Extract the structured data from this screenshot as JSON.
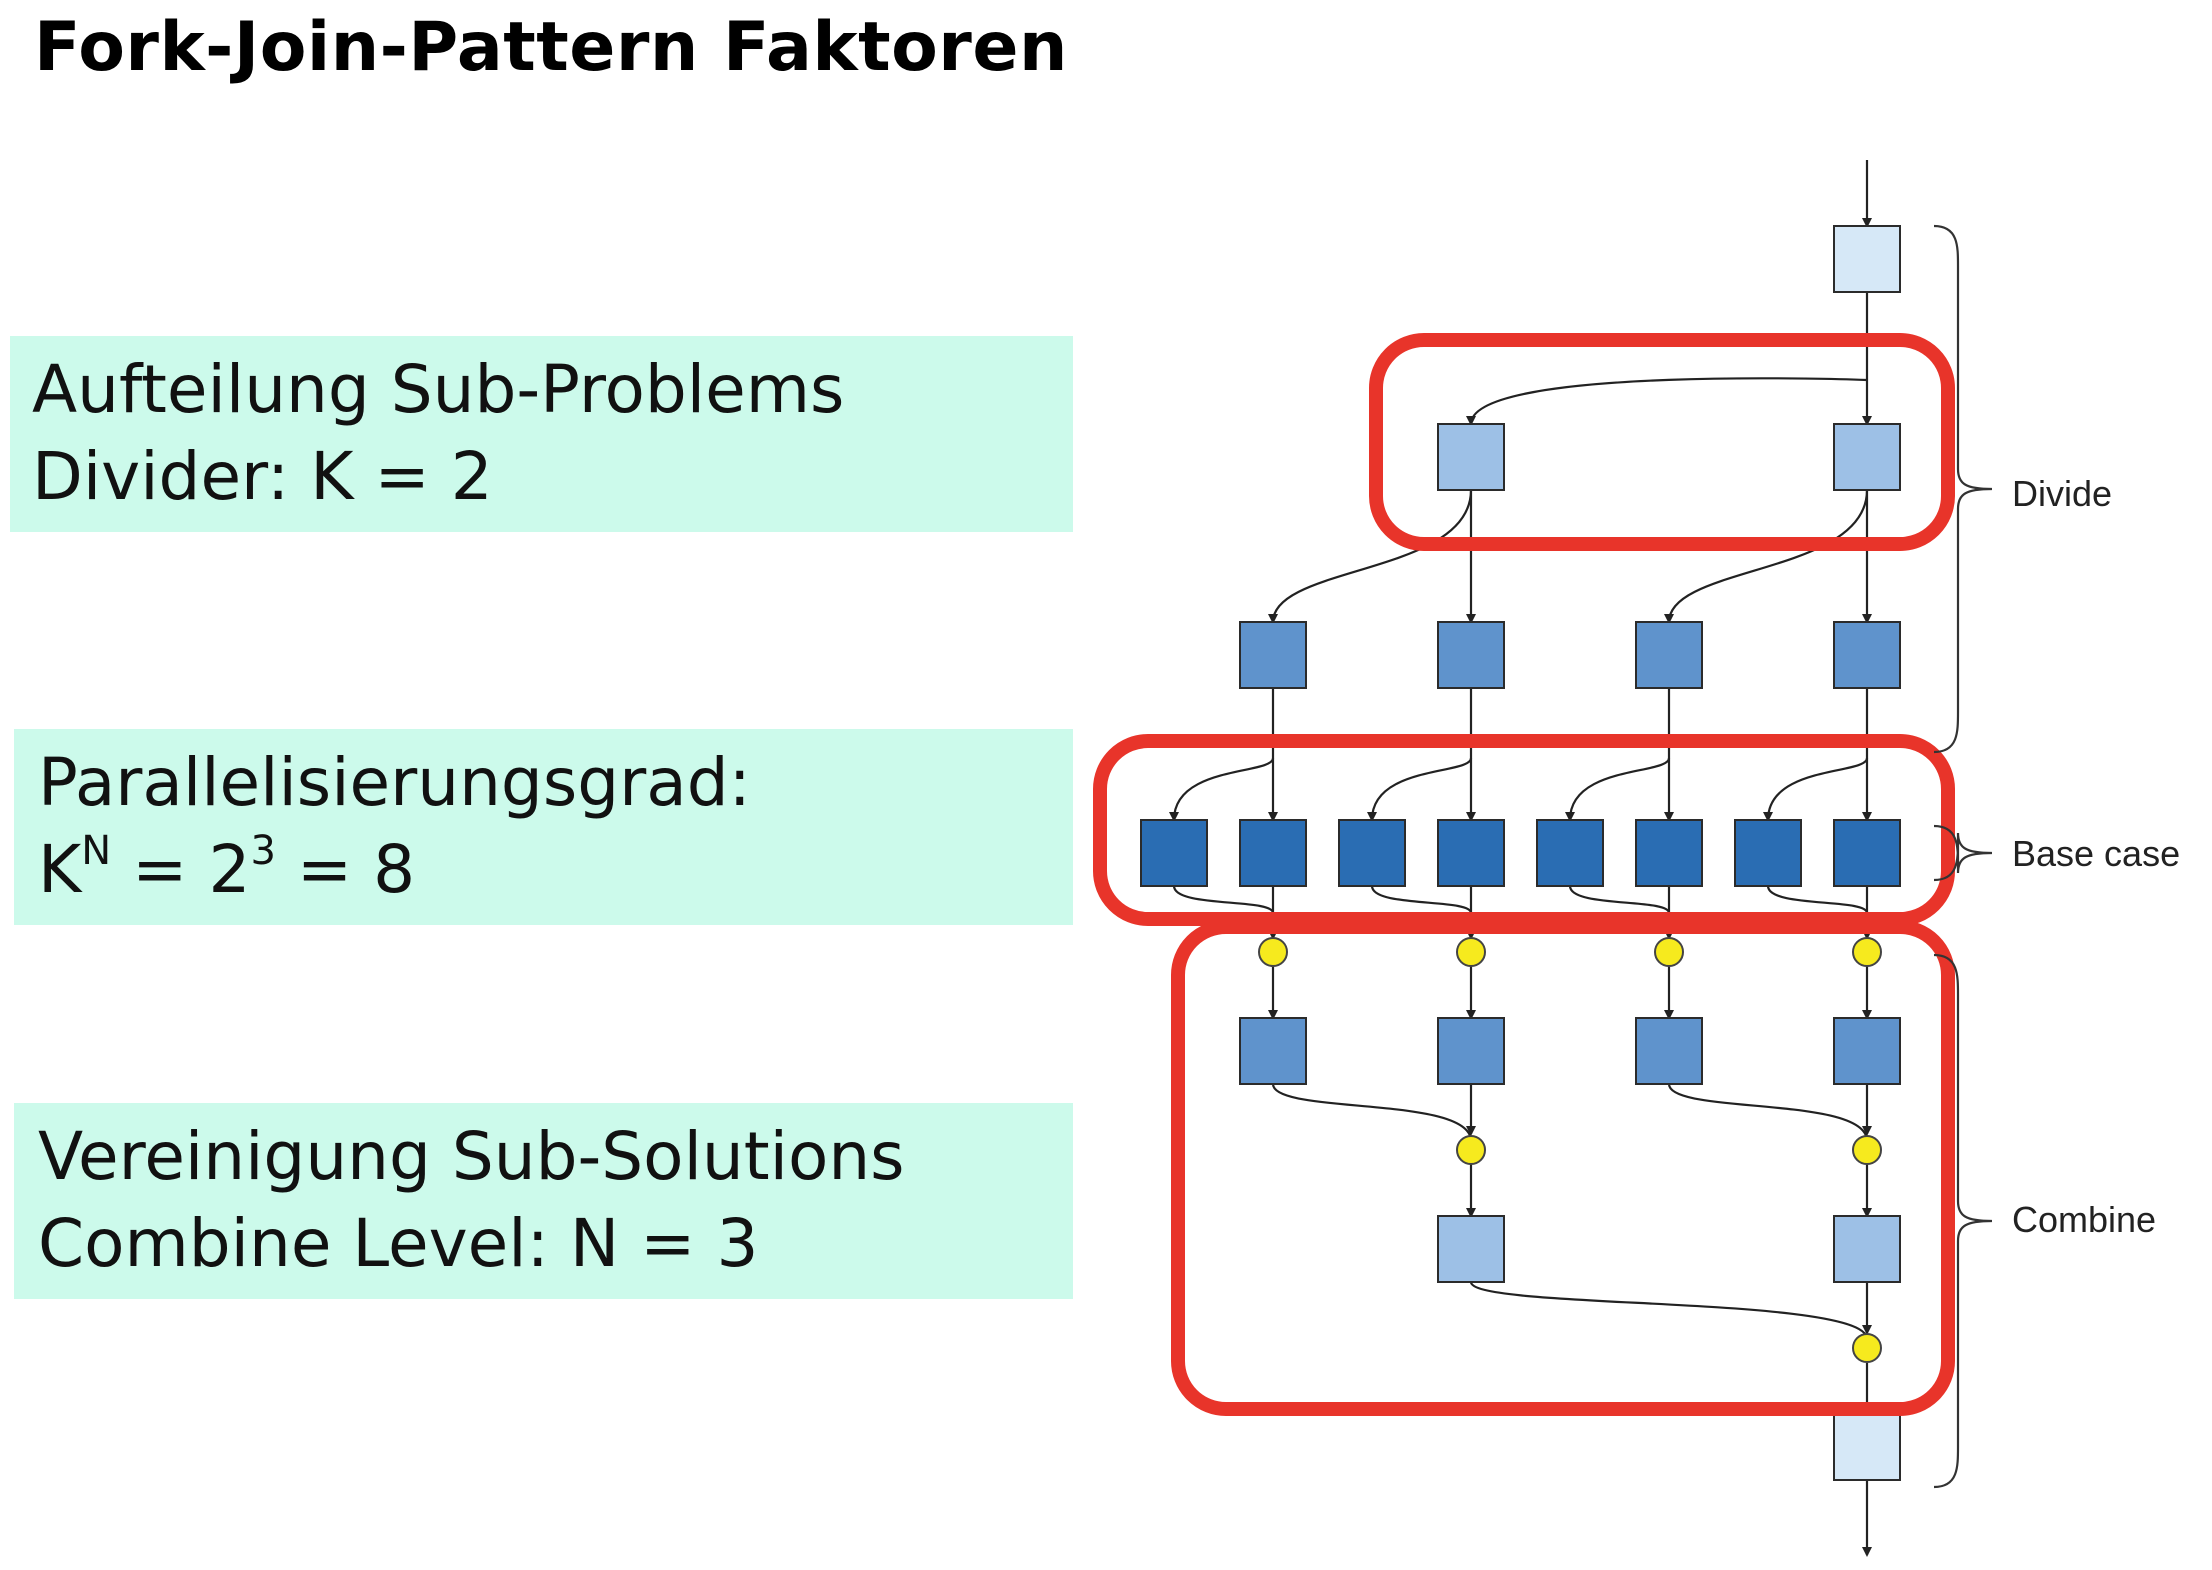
{
  "title": "Fork-Join-Pattern Faktoren",
  "boxes": [
    {
      "line1": "Aufteilung Sub-Problems",
      "line2": "Divider: K = 2"
    },
    {
      "line1": "Parallelisierungsgrad:",
      "line2_base": "K",
      "line2_sup1": "N",
      "line2_mid": " = 2",
      "line2_sup2": "3",
      "line2_end": " = 8"
    },
    {
      "line1": "Vereinigung Sub-Solutions",
      "line2": "Combine Level: N = 3"
    }
  ],
  "diagram": {
    "labels": {
      "divide": "Divide",
      "base_case": "Base case",
      "combine": "Combine"
    },
    "colors": {
      "level0": "#d6e8f7",
      "level1": "#9dc0e6",
      "level2": "#5f93cc",
      "base": "#2a6db3",
      "join_node": "#f6ea1e",
      "highlight": "#e8342a",
      "box_border": "#2b2b2b"
    }
  }
}
